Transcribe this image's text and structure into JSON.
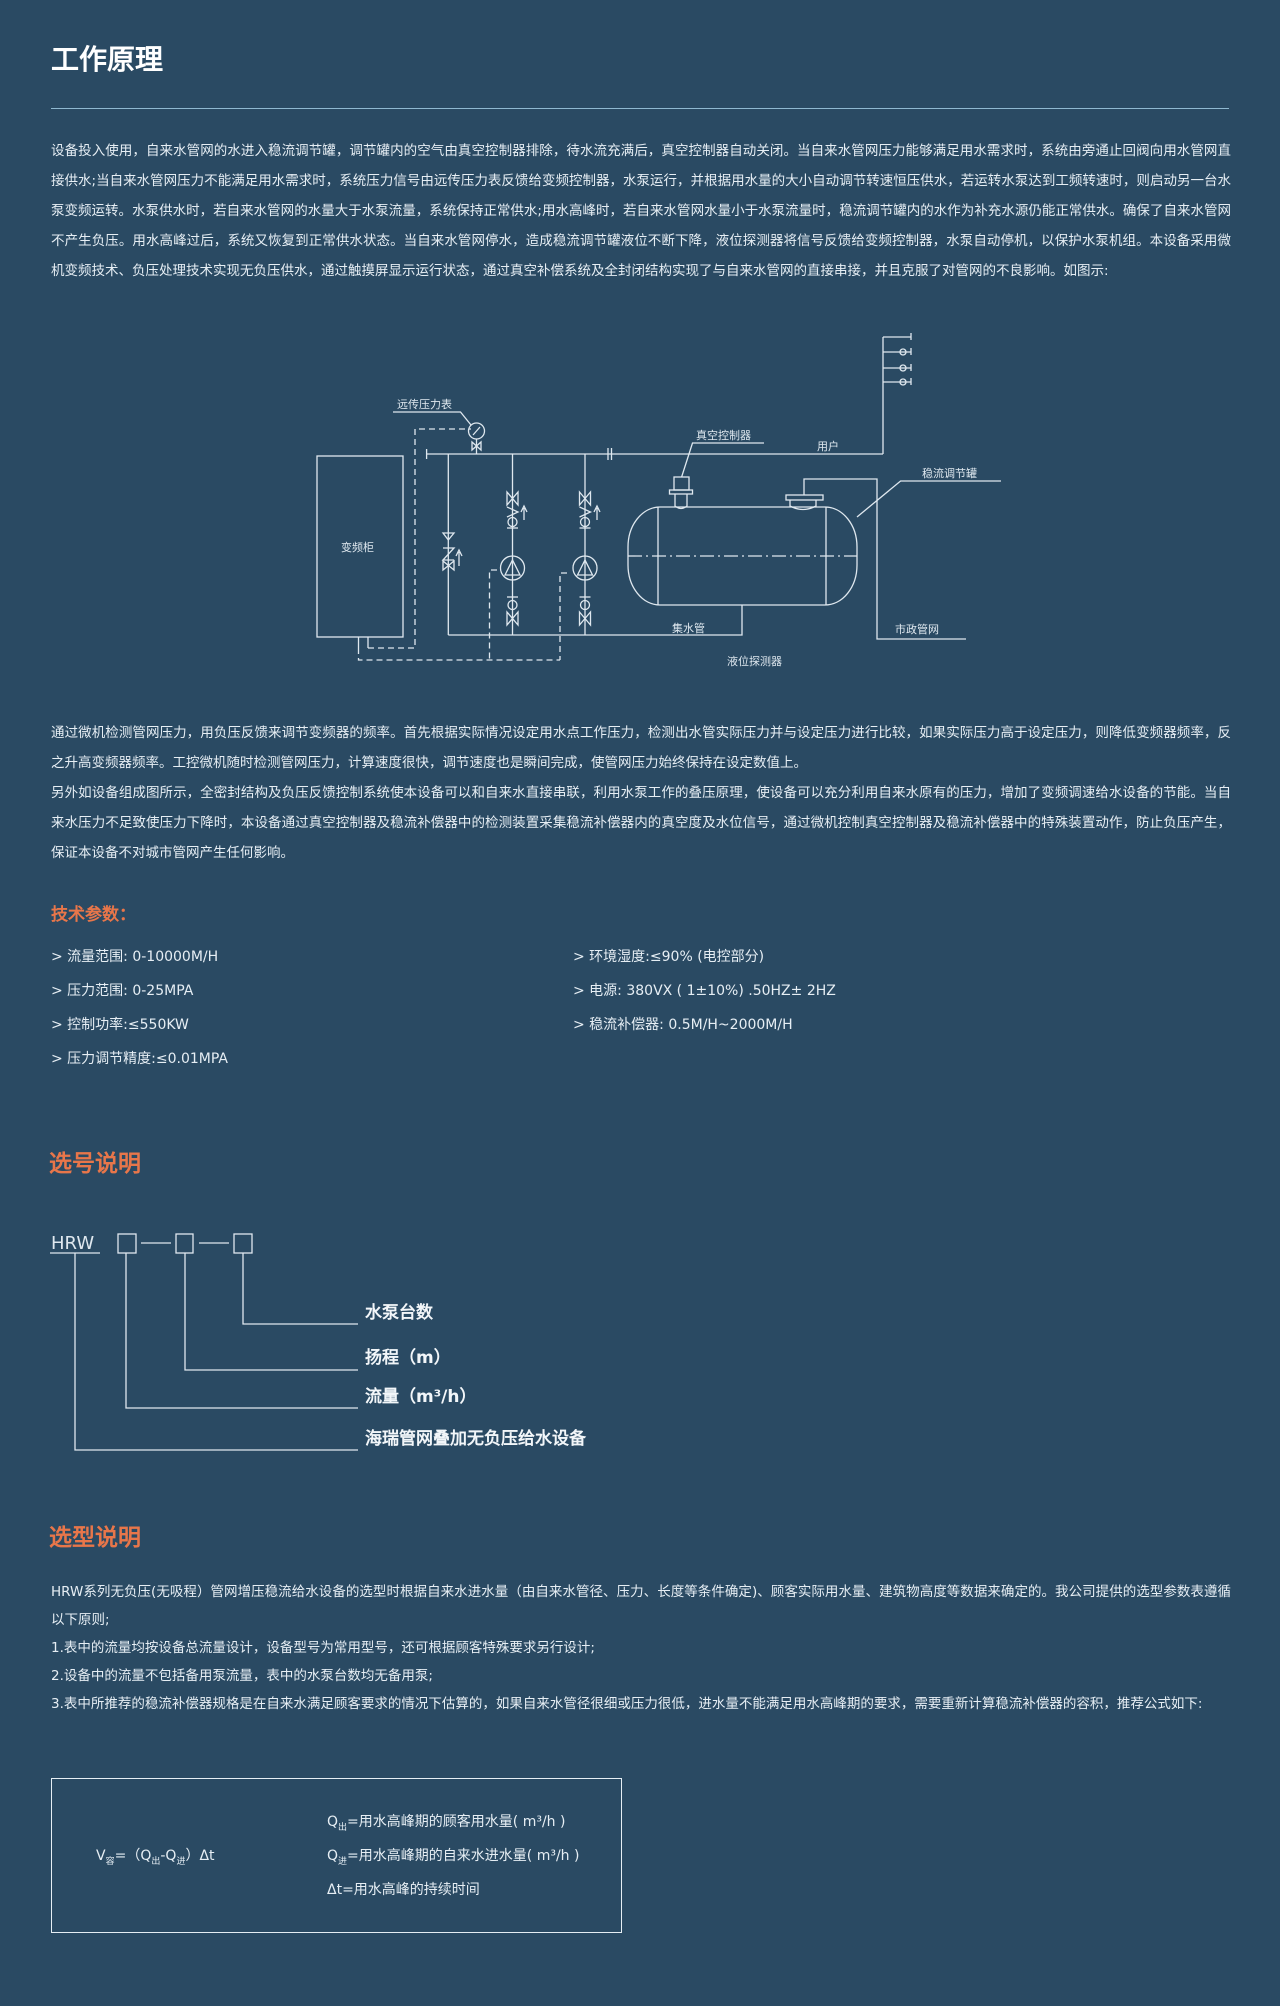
{
  "principle": {
    "title": "工作原理",
    "paragraph1": "设备投入使用，自来水管网的水进入稳流调节罐，调节罐内的空气由真空控制器排除，待水流充满后，真空控制器自动关闭。当自来水管网压力能够满足用水需求时，系统由旁通止回阀向用水管网直接供水;当自来水管网压力不能满足用水需求时，系统压力信号由远传压力表反馈给变频控制器，水泵运行，并根据用水量的大小自动调节转速恒压供水，若运转水泵达到工频转速时，则启动另一台水泵变频运转。水泵供水时，若自来水管网的水量大于水泵流量，系统保持正常供水;用水高峰时，若自来水管网水量小于水泵流量时，稳流调节罐内的水作为补充水源仍能正常供水。确保了自来水管网不产生负压。用水高峰过后，系统又恢复到正常供水状态。当自来水管网停水，造成稳流调节罐液位不断下降，液位探测器将信号反馈给变频控制器，水泵自动停机，以保护水泵机组。本设备采用微机变频技术、负压处理技术实现无负压供水，通过触摸屏显示运行状态，通过真空补偿系统及全封闭结构实现了与自来水管网的直接串接，并且克服了对管网的不良影响。如图示:",
    "diagram": {
      "cabinet": "变频柜",
      "gauge": "远传压力表",
      "vacuum": "真空控制器",
      "user": "用户",
      "tank": "稳流调节罐",
      "collector": "集水管",
      "municipal": "市政管网",
      "level": "液位探测器"
    },
    "paragraph2": "通过微机检测管网压力，用负压反馈来调节变频器的频率。首先根据实际情况设定用水点工作压力，检测出水管实际压力并与设定压力进行比较，如果实际压力高于设定压力，则降低变频器频率，反之升高变频器频率。工控微机随时检测管网压力，计算速度很快，调节速度也是瞬间完成，使管网压力始终保持在设定数值上。",
    "paragraph3": "另外如设备组成图所示，全密封结构及负压反馈控制系统使本设备可以和自来水直接串联，利用水泵工作的叠压原理，使设备可以充分利用自来水原有的压力，增加了变频调速给水设备的节能。当自来水压力不足致使压力下降时，本设备通过真空控制器及稳流补偿器中的检测装置采集稳流补偿器内的真空度及水位信号，通过微机控制真空控制器及稳流补偿器中的特殊装置动作，防止负压产生，保证本设备不对城市管网产生任何影响。"
  },
  "specs": {
    "title": "技术参数：",
    "left": [
      "> 流量范围: 0-10000M/H",
      "> 压力范围: 0-25MPA",
      "> 控制功率:≤550KW",
      "> 压力调节精度:≤0.01MPA"
    ],
    "right": [
      "> 环境湿度:≤90% (电控部分)",
      "> 电源: 380VX ( 1±10%) .50HZ± 2HZ",
      "> 稳流补偿器: 0.5M/H~2000M/H"
    ]
  },
  "model": {
    "title": "选号说明",
    "prefix": "HRW",
    "labels": [
      "水泵台数",
      "扬程（m）",
      "流量（m³/h）",
      "海瑞管网叠加无负压给水设备"
    ]
  },
  "selection": {
    "title": "选型说明",
    "lines": [
      "HRW系列无负压(无吸程）管网增压稳流给水设备的选型时根据自来水进水量（由自来水管径、压力、长度等条件确定)、顾客实际用水量、建筑物高度等数据来确定的。我公司提供的选型参数表遵循以下原则;",
      "1.表中的流量均按设备总流量设计，设备型号为常用型号，还可根据顾客特殊要求另行设计;",
      "2.设备中的流量不包括备用泵流量，表中的水泵台数均无备用泵;",
      "3.表中所推荐的稳流补偿器规格是在自来水满足顾客要求的情况下估算的，如果自来水管径很细或压力很低，进水量不能满足用水高峰期的要求，需要重新计算稳流补偿器的容积，推荐公式如下:"
    ],
    "formula": {
      "v": "V",
      "v_sub": "容",
      "eq": "=（Q",
      "q_out_sub": "出",
      "minus": "-Q",
      "q_in_sub": "进",
      "tail": "）Δt",
      "def1_q": "Q",
      "def1_sub": "出",
      "def1_text": "=用水高峰期的顾客用水量( m³/h )",
      "def2_q": "Q",
      "def2_sub": "进",
      "def2_text": "=用水高峰期的自来水进水量( m³/h )",
      "def3": "Δt=用水高峰的持续时间"
    }
  }
}
